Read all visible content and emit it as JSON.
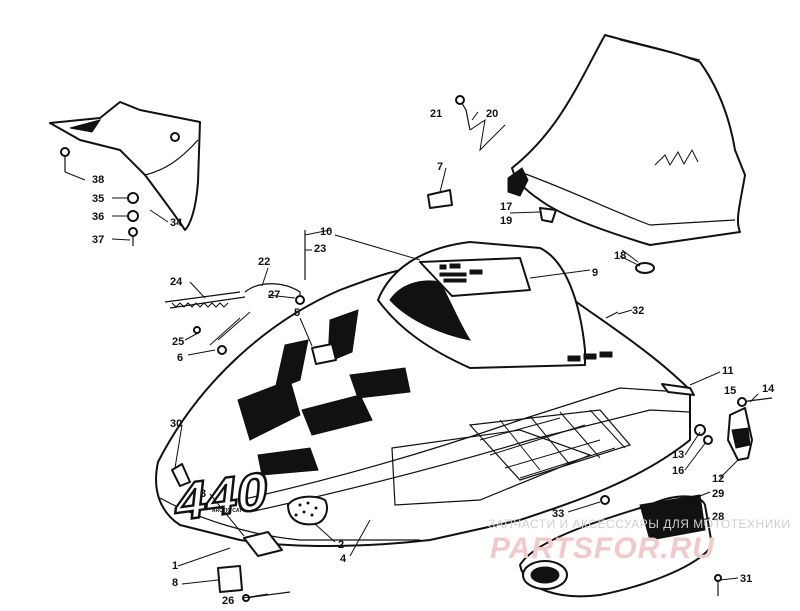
{
  "parts": [
    {
      "n": "1"
    },
    {
      "n": "2"
    },
    {
      "n": "3"
    },
    {
      "n": "4"
    },
    {
      "n": "5"
    },
    {
      "n": "6"
    },
    {
      "n": "7"
    },
    {
      "n": "8"
    },
    {
      "n": "9"
    },
    {
      "n": "10"
    },
    {
      "n": "11"
    },
    {
      "n": "12"
    },
    {
      "n": "13"
    },
    {
      "n": "14"
    },
    {
      "n": "15"
    },
    {
      "n": "16"
    },
    {
      "n": "17"
    },
    {
      "n": "18"
    },
    {
      "n": "19"
    },
    {
      "n": "20"
    },
    {
      "n": "21"
    },
    {
      "n": "22"
    },
    {
      "n": "23"
    },
    {
      "n": "24"
    },
    {
      "n": "25"
    },
    {
      "n": "26"
    },
    {
      "n": "27"
    },
    {
      "n": "28"
    },
    {
      "n": "29"
    },
    {
      "n": "30"
    },
    {
      "n": "31"
    },
    {
      "n": "32"
    },
    {
      "n": "33"
    },
    {
      "n": "34"
    },
    {
      "n": "35"
    },
    {
      "n": "36"
    },
    {
      "n": "37"
    },
    {
      "n": "38"
    }
  ],
  "hood_decal": "440",
  "watermark": {
    "line1": "ЗАПЧАСТИ И АКСЕССУАРЫ ДЛЯ МОТОТЕХНИКИ",
    "line2": "PARTSFOR.RU",
    "color": "#e8a0a0"
  }
}
